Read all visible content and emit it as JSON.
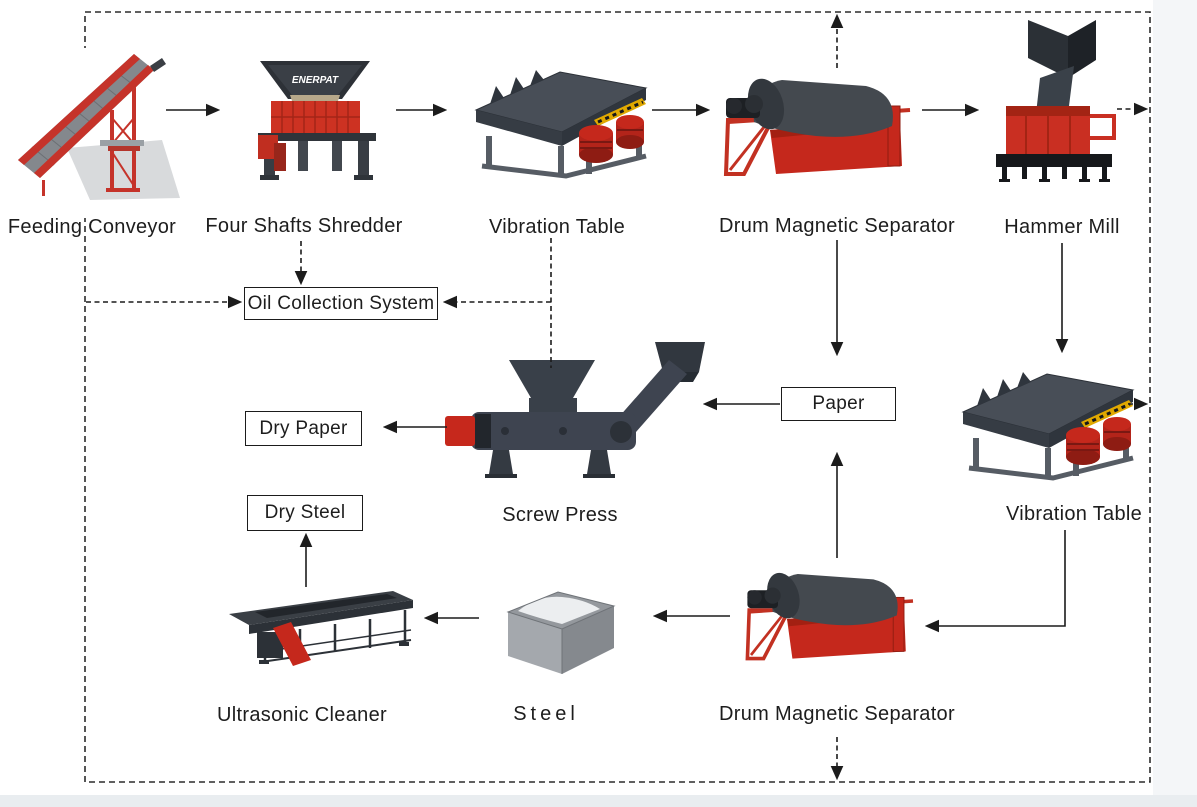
{
  "diagram": {
    "nodes": {
      "feeding_conveyor": {
        "label": "Feeding Conveyor",
        "type": "machine"
      },
      "four_shafts_shredder": {
        "label": "Four Shafts Shredder",
        "type": "machine"
      },
      "vibration_table_1": {
        "label": "Vibration Table",
        "type": "machine"
      },
      "drum_magnetic_separator_1": {
        "label": "Drum Magnetic Separator",
        "type": "machine"
      },
      "hammer_mill": {
        "label": "Hammer Mill",
        "type": "machine"
      },
      "oil_collection_system": {
        "label": "Oil Collection System",
        "type": "text-box"
      },
      "dry_paper": {
        "label": "Dry Paper",
        "type": "text-box"
      },
      "dry_steel": {
        "label": "Dry Steel",
        "type": "text-box"
      },
      "paper": {
        "label": "Paper",
        "type": "text-box"
      },
      "screw_press": {
        "label": "Screw Press",
        "type": "machine"
      },
      "vibration_table_2": {
        "label": "Vibration Table",
        "type": "machine"
      },
      "ultrasonic_cleaner": {
        "label": "Ultrasonic Cleaner",
        "type": "machine"
      },
      "steel": {
        "label": "Steel",
        "type": "machine"
      },
      "drum_magnetic_separator_2": {
        "label": "Drum Magnetic Separator",
        "type": "machine"
      }
    },
    "machine_brand": "ENERPAT",
    "edges": [
      {
        "from": "feeding_conveyor",
        "to": "four_shafts_shredder",
        "style": "solid"
      },
      {
        "from": "four_shafts_shredder",
        "to": "vibration_table_1",
        "style": "solid"
      },
      {
        "from": "vibration_table_1",
        "to": "drum_magnetic_separator_1",
        "style": "solid"
      },
      {
        "from": "drum_magnetic_separator_1",
        "to": "hammer_mill",
        "style": "solid"
      },
      {
        "from": "hammer_mill",
        "to": "vibration_table_2",
        "style": "solid"
      },
      {
        "from": "drum_magnetic_separator_1",
        "to": "paper",
        "style": "solid"
      },
      {
        "from": "drum_magnetic_separator_2",
        "to": "paper",
        "style": "solid"
      },
      {
        "from": "paper",
        "to": "screw_press",
        "style": "solid"
      },
      {
        "from": "screw_press",
        "to": "dry_paper",
        "style": "solid"
      },
      {
        "from": "vibration_table_2",
        "to": "drum_magnetic_separator_2",
        "style": "solid"
      },
      {
        "from": "drum_magnetic_separator_2",
        "to": "steel",
        "style": "solid"
      },
      {
        "from": "steel",
        "to": "ultrasonic_cleaner",
        "style": "solid"
      },
      {
        "from": "ultrasonic_cleaner",
        "to": "dry_steel",
        "style": "solid"
      },
      {
        "from": "four_shafts_shredder",
        "to": "oil_collection_system",
        "style": "dashed"
      },
      {
        "from": "left_border_line",
        "to": "oil_collection_system",
        "style": "dashed"
      },
      {
        "from": "vibration_table_1",
        "to": "oil_collection_system",
        "style": "dashed"
      },
      {
        "from": "vibration_table_1",
        "to": "screw_press",
        "style": "dashed"
      },
      {
        "from": "drum_magnetic_separator_1",
        "to": "top_border_line",
        "style": "dashed"
      },
      {
        "from": "hammer_mill",
        "to": "right_border_line",
        "style": "dashed"
      },
      {
        "from": "vibration_table_2",
        "to": "right_border_line",
        "style": "dashed"
      },
      {
        "from": "drum_magnetic_separator_2",
        "to": "bottom_border_line",
        "style": "dashed"
      }
    ],
    "colors": {
      "line": "#1c1c1c",
      "machine_red": "#cc2f22",
      "machine_dark": "#34393f",
      "machine_gray": "#9aa0a5",
      "background": "#ffffff",
      "right_margin_band": "#f4f6f8",
      "bottom_margin_band": "#e9edf0"
    }
  }
}
